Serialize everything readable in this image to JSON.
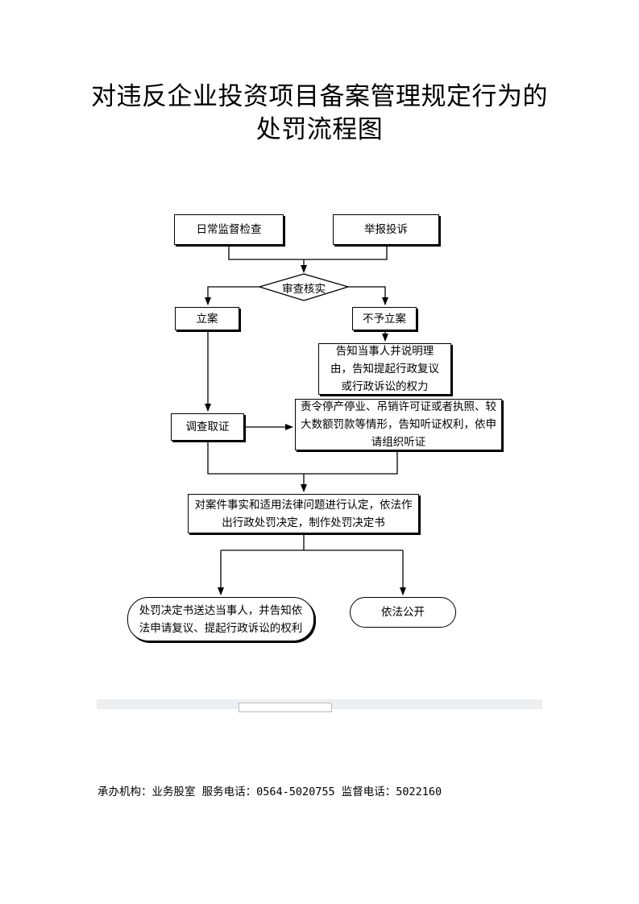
{
  "title": {
    "line1": "对违反企业投资项目备案管理规定行为的",
    "line2": "处罚流程图"
  },
  "flow": {
    "source_left": "日常监督检查",
    "source_right": "举报投诉",
    "review": "审查核实",
    "accept": "立案",
    "reject": "不予立案",
    "notify_reject": "告知当事人并说明理由，告知提起行政复议或行政诉讼的权力",
    "investigate": "调查取证",
    "hearing": "责令停产停业、吊销许可证或者执照、较大数额罚款等情形，告知听证权利，依申请组织听证",
    "decision": "对案件事实和适用法律问题进行认定，依法作出行政处罚决定，制作处罚决定书",
    "deliver": "处罚决定书送达当事人，并告知依法申请复议、提起行政诉讼的权利",
    "publish": "依法公开"
  },
  "footer": "承办机构：业务股室   服务电话：0564-5020755 监督电话：5022160"
}
